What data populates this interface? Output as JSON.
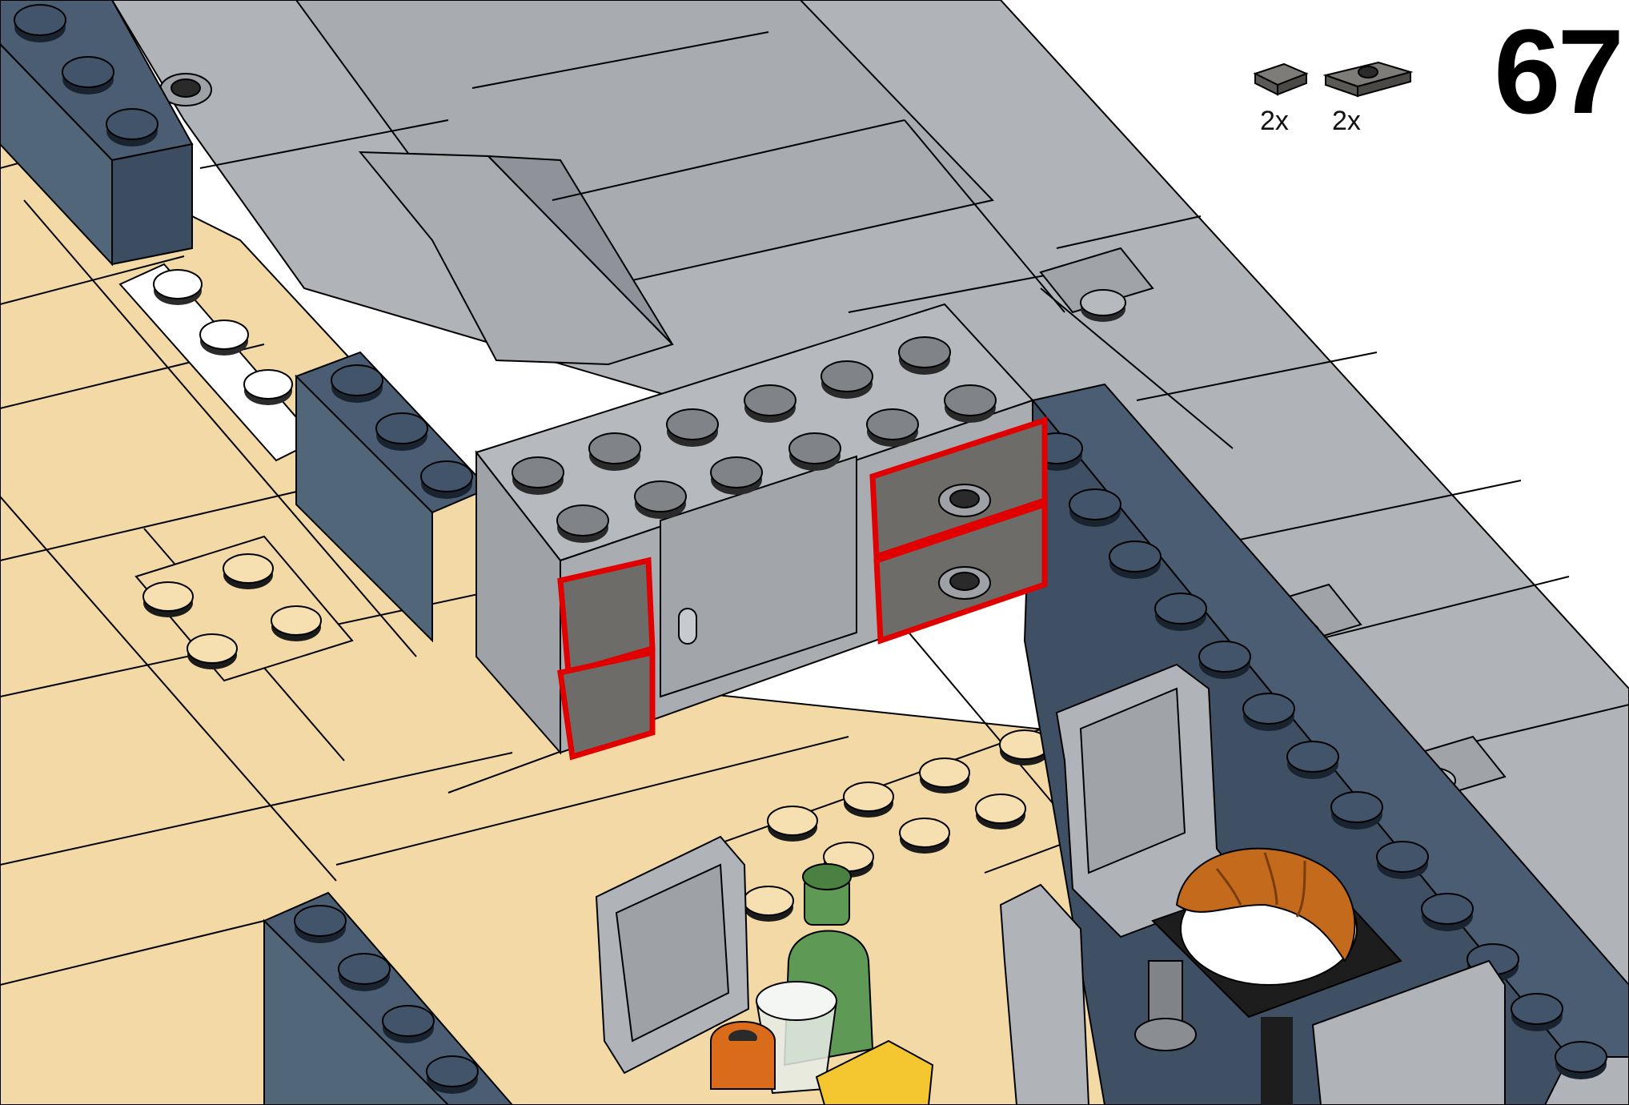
{
  "page": {
    "step_number": "67"
  },
  "parts_list": [
    {
      "qty": "2x",
      "part": "dark-bluish-gray-tile-1x1-icon",
      "color": "#6b6a66"
    },
    {
      "qty": "2x",
      "part": "dark-bluish-gray-plate-1x2-with-stud-icon",
      "color": "#6b6a66"
    }
  ],
  "colors": {
    "base_tan": "#f2d9a6",
    "light_gray": "#a9adb2",
    "gray_top": "#b9bdc2",
    "dark_blue_gray": "#4a5d73",
    "new_part_dark": "#6d6c68",
    "highlight_red": "#e00000",
    "croissant": "#c46a1c",
    "bottle_green": "#5e9a55",
    "yellow": "#f4c730"
  }
}
